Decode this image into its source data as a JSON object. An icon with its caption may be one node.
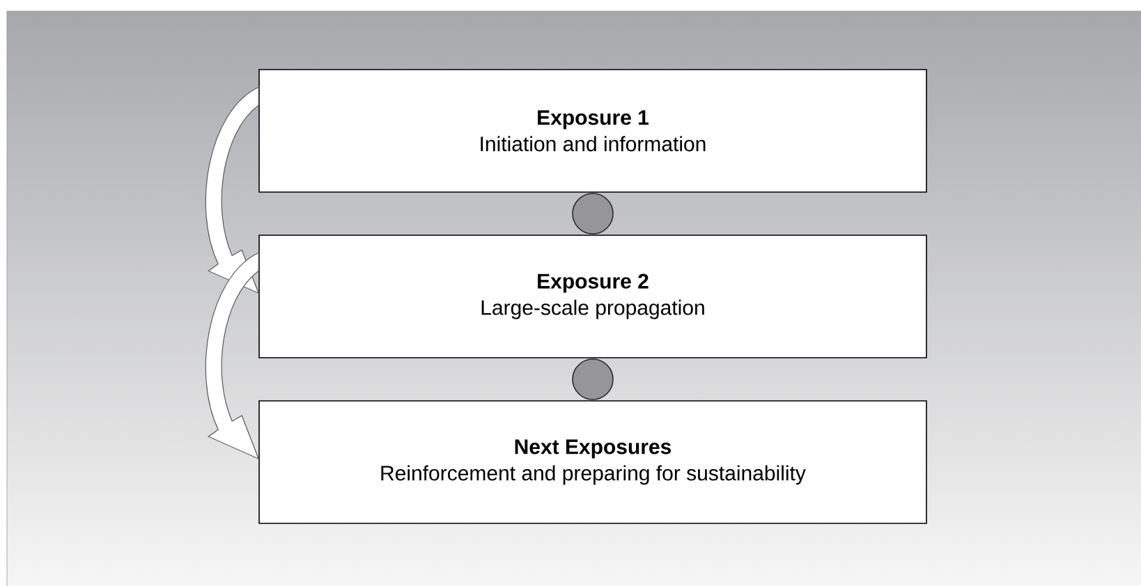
{
  "diagram": {
    "nodes": [
      {
        "text": [
          "Exposure 1",
          "Initiation and information"
        ]
      },
      {
        "text": [
          "Exposure 2",
          "Large-scale propagation"
        ]
      },
      {
        "text": [
          "Next Exposures",
          "Reinforcement and preparing for sustainability"
        ]
      },
      {
        "text": [],
        "shape": "circle"
      },
      {
        "text": [],
        "shape": "circle"
      }
    ],
    "edges": [
      {
        "from": 0,
        "to": 1,
        "arrow": "to"
      },
      {
        "from": 1,
        "to": 2,
        "arrow": "to"
      }
    ]
  }
}
